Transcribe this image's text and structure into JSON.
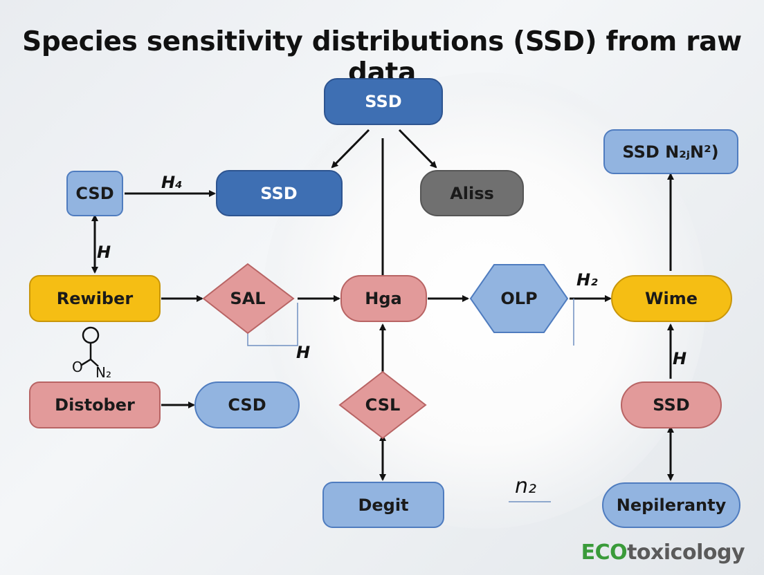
{
  "title": "Species sensitivity distributions (SSD) from raw data",
  "nodes": {
    "ssd_top": "SSD",
    "csd_left": "CSD",
    "ssd_mid": "SSD",
    "aliss": "Aliss",
    "ssd_n2": "SSD N₂ⱼN²)",
    "rewiber": "Rewiber",
    "sal": "SAL",
    "hga": "Hga",
    "olp": "OLP",
    "wime": "Wime",
    "distober": "Distober",
    "csd_bottom": "CSD",
    "csl": "CSL",
    "ssd_right": "SSD",
    "degit": "Degit",
    "nepileranty": "Nepileranty"
  },
  "edge_labels": {
    "h_csd_ssd": "H₄",
    "h_csd_rewiber": "H",
    "h_sal_hga": "H",
    "h2_olp_wime": "H₂",
    "h_ssd_wime": "H",
    "n2_floating": "n₂"
  },
  "molecule": {
    "o": "O",
    "n2": "N₂"
  },
  "brand": {
    "eco": "ECO",
    "rest": "toxicology"
  },
  "colors": {
    "blue_dark": "#3e6fb3",
    "blue_light": "#92b4e0",
    "yellow": "#f5be14",
    "pink": "#e29a9a",
    "gray": "#707070",
    "eco_green": "#3a9b3a"
  }
}
